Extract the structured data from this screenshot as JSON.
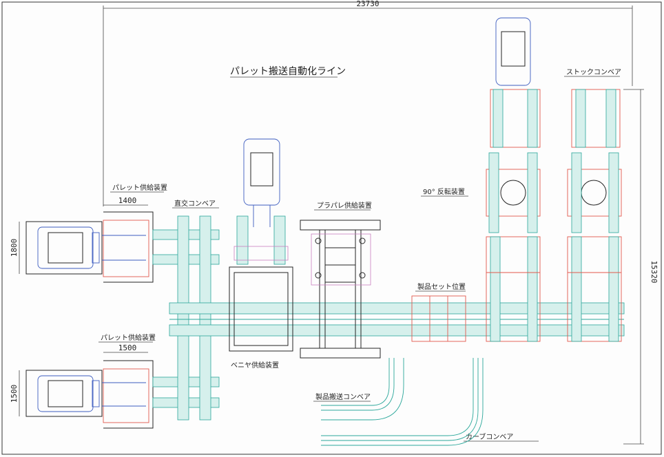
{
  "title": "パレット搬送自動化ライン",
  "dimensions": {
    "overall_width": "23730",
    "overall_height": "15320",
    "pallet_feeder_top_width": "1400",
    "pallet_feeder_top_height": "1800",
    "pallet_feeder_bottom_width": "1500",
    "pallet_feeder_bottom_height": "1500"
  },
  "labels": {
    "pallet_feeder_top": "パレット供給装置",
    "pallet_feeder_bottom": "パレット供給装置",
    "cross_conveyor": "直交コンベア",
    "plapale_feeder": "プラパレ供給装置",
    "plywood_feeder": "ベニヤ供給装置",
    "product_set_position": "製品セット位置",
    "turn_90": "90° 反転装置",
    "stock_conveyor": "ストックコンベア",
    "product_conveyor": "製品搬送コンベア",
    "curve_conveyor": "カーブコンベア"
  },
  "colors": {
    "roller": "#2aa79a",
    "frame": "#e2574c",
    "structure": "#222222",
    "vehicle": "#3b5bbf"
  }
}
